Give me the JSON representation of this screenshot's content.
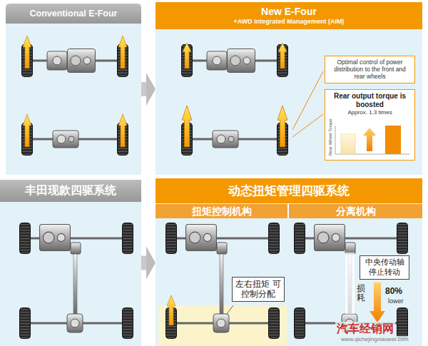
{
  "diagram": {
    "nodes": [
      {
        "text": [
          "Conventional E-Four"
        ]
      },
      {
        "text": [
          "New E-Four",
          "+AWD Integrated Management (AIM)"
        ]
      },
      {
        "text": [
          "Optimal control of power distribution to the front and rear wheels"
        ],
        "in": 1
      },
      {
        "text": [
          "Rear output torque is boosted",
          "Approx. 1.3 times",
          "Rear Wheel Torque"
        ],
        "in": 1
      },
      {
        "text": [
          "丰田现款四驱系统"
        ]
      },
      {
        "text": [
          "动态扭矩管理四驱系统"
        ]
      },
      {
        "text": [
          "扭矩控制机构"
        ],
        "in": 5
      },
      {
        "text": [
          "分离机构"
        ],
        "in": 5
      },
      {
        "text": [
          "左右扭矩 可控制分配"
        ],
        "in": 6
      },
      {
        "text": [
          "中央传动轴 停止转动"
        ],
        "in": 7
      }
    ],
    "edges": [
      {
        "from": 0,
        "to": 1,
        "arrow": "to"
      },
      {
        "from": 4,
        "to": 5,
        "arrow": "to"
      }
    ],
    "labels": [
      "损耗",
      "80%",
      "lower",
      "汽车经销网",
      "www.qichejingxiaowei.com"
    ]
  }
}
